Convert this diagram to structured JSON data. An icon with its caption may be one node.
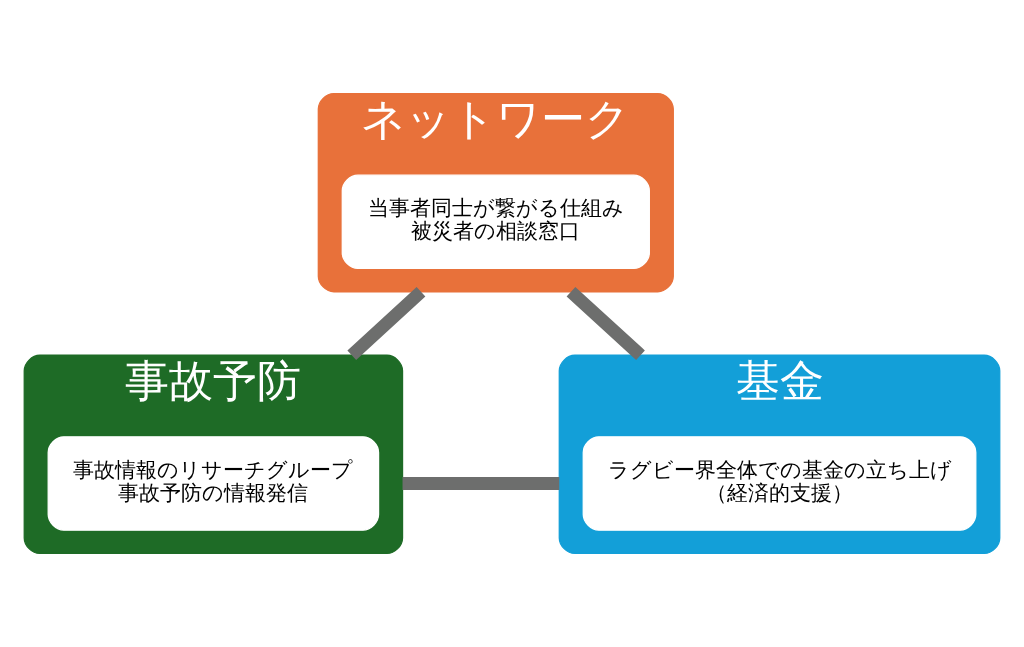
{
  "diagram": {
    "nodes": [
      {
        "text": [
          "ネットワーク"
        ]
      },
      {
        "text": [
          "当事者同士が繋がる仕組み",
          "被災者の相談窓口"
        ],
        "in": 0
      },
      {
        "text": [
          "事故予防"
        ]
      },
      {
        "text": [
          "事故情報のリサーチグループ",
          "事故予防の情報発信"
        ],
        "in": 2
      },
      {
        "text": [
          "基金"
        ]
      },
      {
        "text": [
          "ラグビー界全体での基金の立ち上げ",
          "（経済的支援）"
        ],
        "in": 4
      }
    ],
    "edges": [
      {
        "from": 0,
        "to": 2,
        "arrow": "none"
      },
      {
        "from": 0,
        "to": 4,
        "arrow": "none"
      },
      {
        "from": 2,
        "to": 4,
        "arrow": "none"
      }
    ]
  }
}
